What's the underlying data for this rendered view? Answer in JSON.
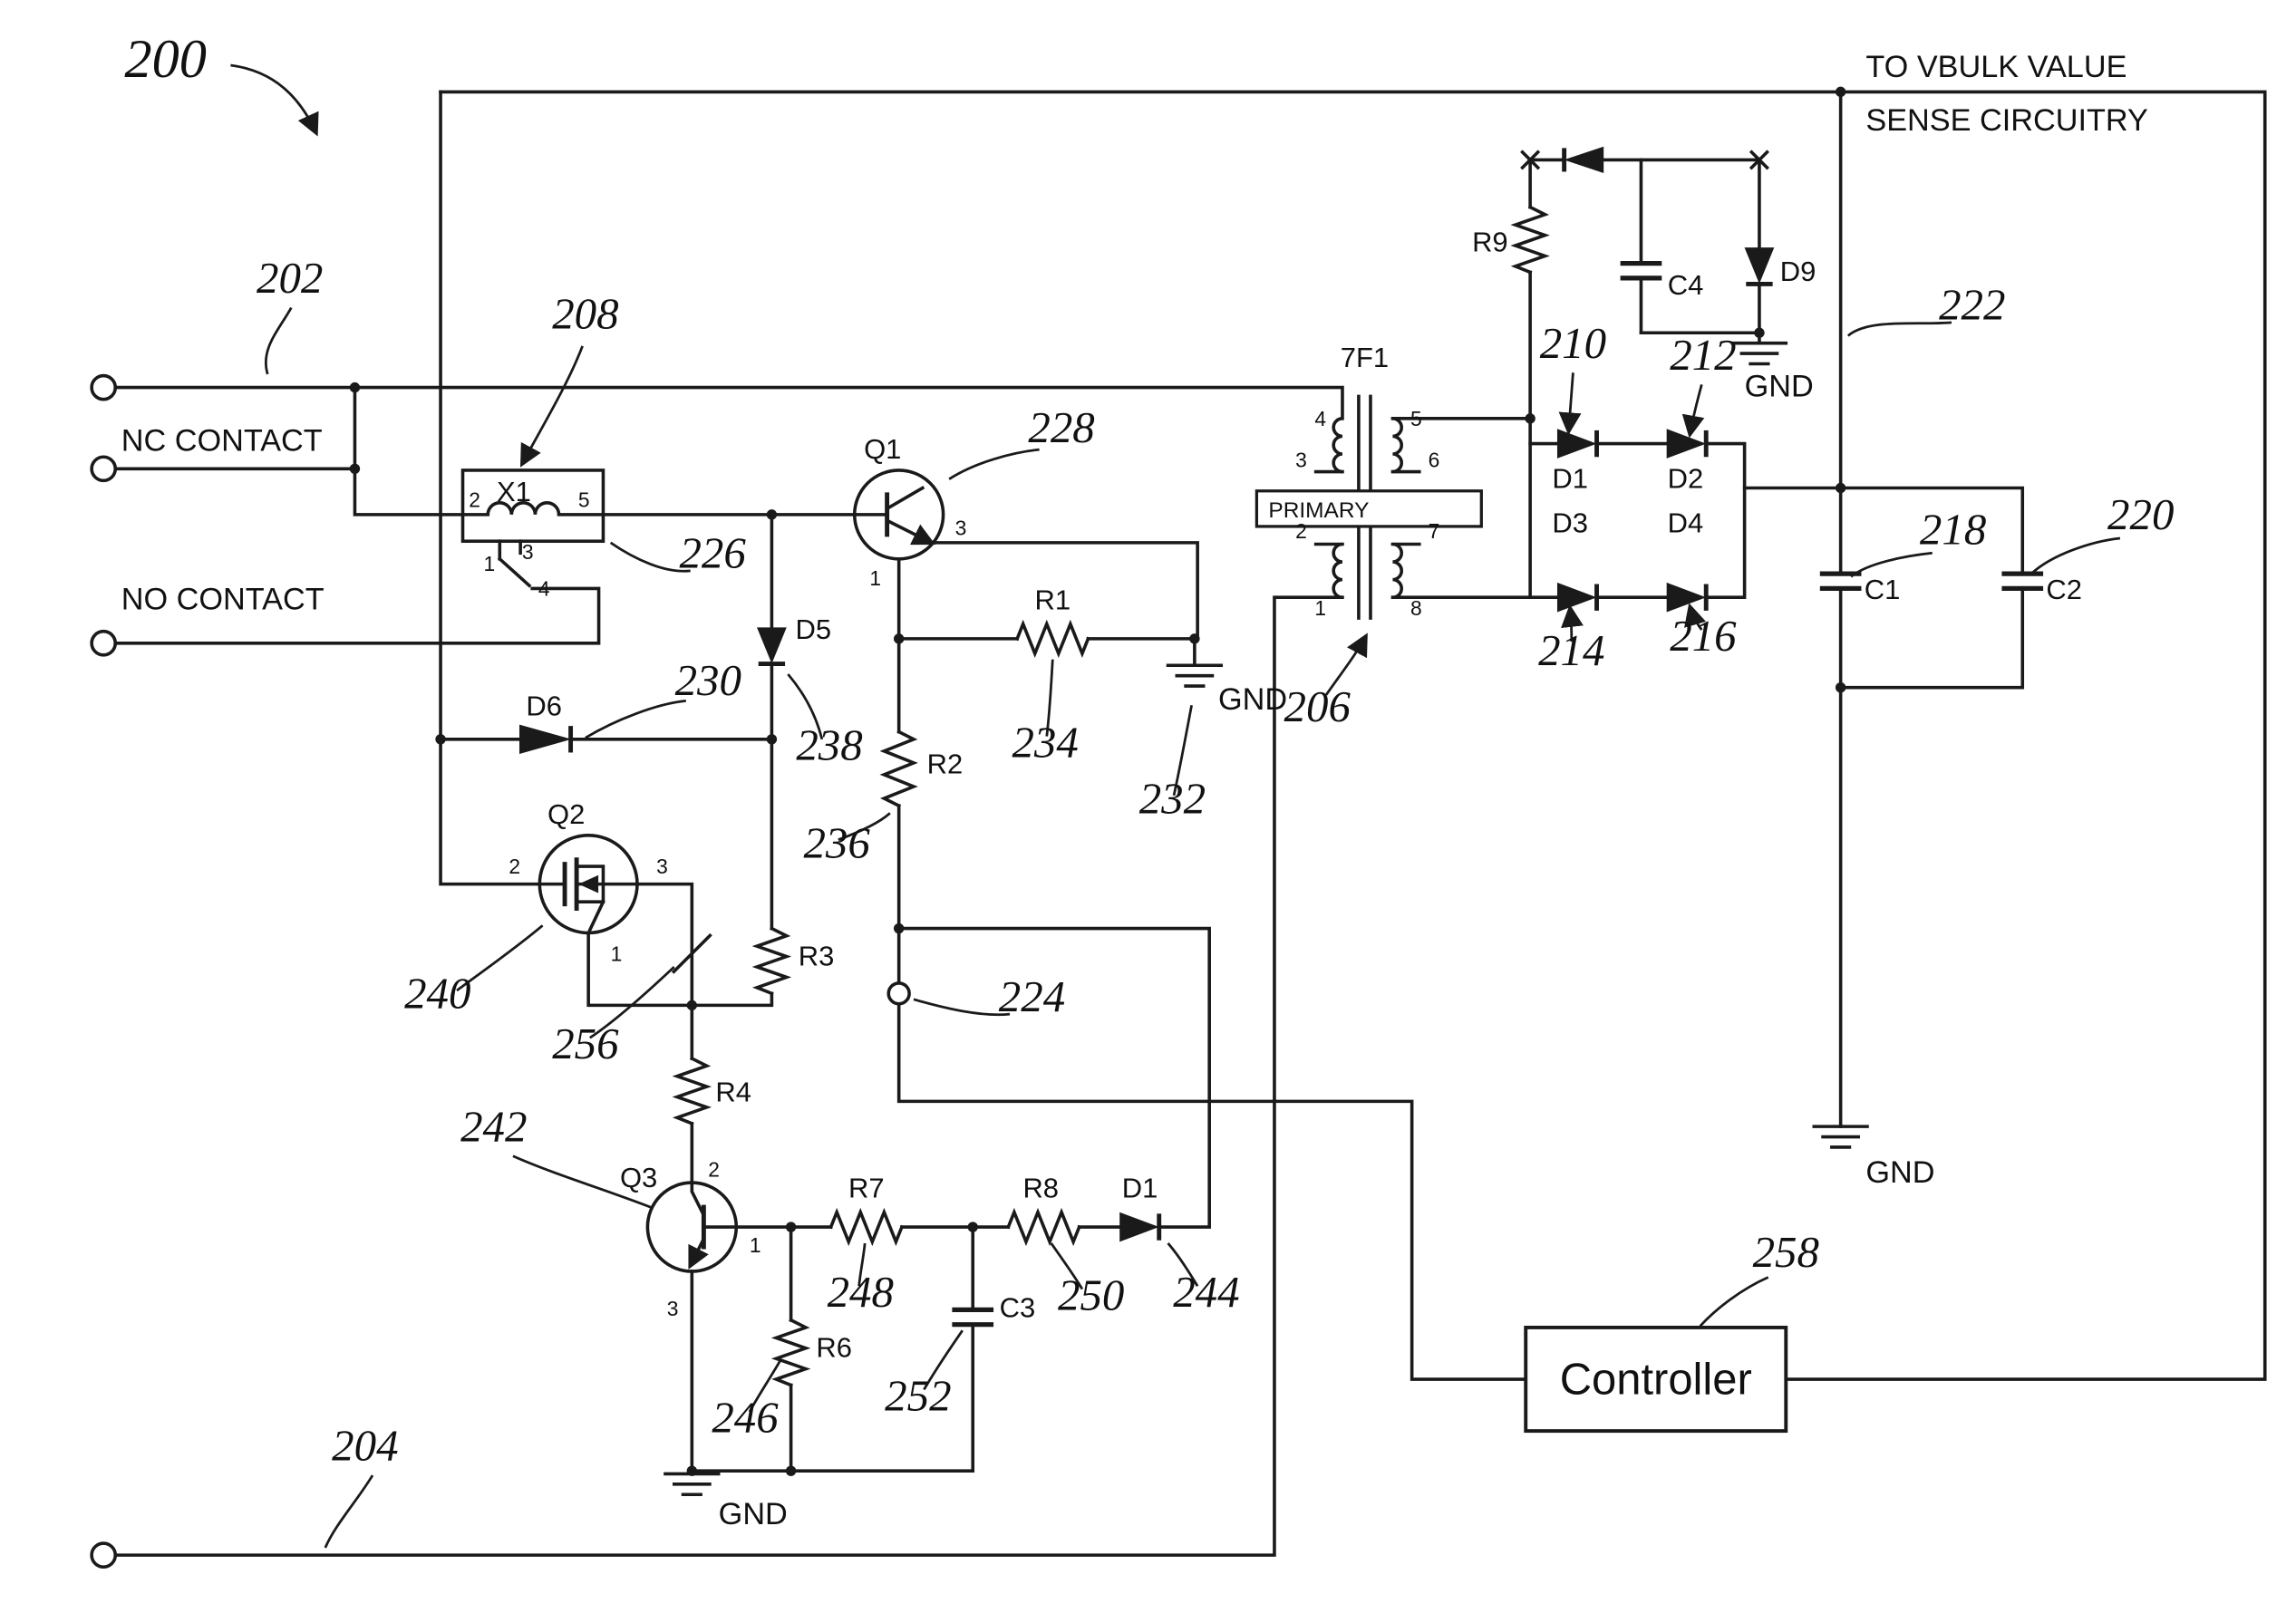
{
  "figure": {
    "number": "200",
    "note_line1": "TO VBULK VALUE",
    "note_line2": "SENSE CIRCUITRY"
  },
  "annotations": {
    "nc_contact": "NC CONTACT",
    "no_contact": "NO CONTACT",
    "gnd": "GND"
  },
  "refs": {
    "202": "202",
    "204": "204",
    "206": "206",
    "208": "208",
    "210": "210",
    "212": "212",
    "214": "214",
    "216": "216",
    "218": "218",
    "220": "220",
    "222": "222",
    "224": "224",
    "226": "226",
    "228": "228",
    "230": "230",
    "232": "232",
    "234": "234",
    "236": "236",
    "238": "238",
    "240": "240",
    "242": "242",
    "244": "244",
    "246": "246",
    "248": "248",
    "250": "250",
    "252": "252",
    "256": "256",
    "258": "258"
  },
  "components": {
    "x1": "X1",
    "q1": "Q1",
    "q2": "Q2",
    "q3": "Q3",
    "r1": "R1",
    "r2": "R2",
    "r3": "R3",
    "r4": "R4",
    "r6": "R6",
    "r7": "R7",
    "r8": "R8",
    "r9": "R9",
    "c1": "C1",
    "c2": "C2",
    "c3": "C3",
    "c4": "C4",
    "d1": "D1",
    "d2": "D2",
    "d3": "D3",
    "d4": "D4",
    "d5": "D5",
    "d6": "D6",
    "d9": "D9",
    "transformer": "7F1",
    "primary": "PRIMARY",
    "controller": "Controller"
  },
  "pins": {
    "x1": {
      "p1": "1",
      "p2": "2",
      "p3": "3",
      "p4": "4",
      "p5": "5"
    },
    "xfmr_primary": {
      "p1": "1",
      "p2": "2",
      "p3": "3",
      "p4": "4"
    },
    "xfmr_secondary": {
      "p5": "5",
      "p6": "6",
      "p7": "7",
      "p8": "8"
    },
    "q1": {
      "p1": "1",
      "p3": "3"
    },
    "q2": {
      "p1": "1",
      "p2": "2",
      "p3": "3"
    },
    "q3": {
      "p1": "1",
      "p2": "2",
      "p3": "3"
    }
  },
  "colors": {
    "ink": "#1a1a1a",
    "background": "#ffffff"
  }
}
